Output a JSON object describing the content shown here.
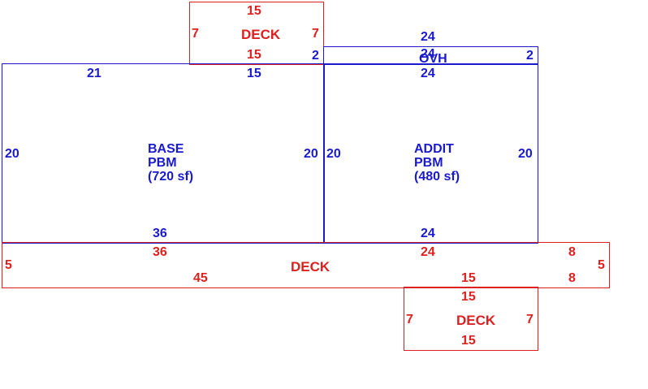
{
  "colors": {
    "structure": "#1a1acc",
    "deck": "#dd2020",
    "background": "#ffffff"
  },
  "top_deck": {
    "name": "DECK",
    "top": "15",
    "inner": "15",
    "left": "7",
    "right": "7"
  },
  "ovh": {
    "name": "OVH",
    "top": "24",
    "inner": "24",
    "right": "2",
    "left": "2"
  },
  "base": {
    "name": "BASE",
    "type": "PBM",
    "area": "(720 sf)",
    "top_left": "21",
    "top_right": "15",
    "left": "20",
    "right": "20",
    "bottom": "36"
  },
  "addit": {
    "name": "ADDIT",
    "type": "PBM",
    "area": "(480 sf)",
    "top": "24",
    "left": "20",
    "right": "20",
    "bottom": "24"
  },
  "long_deck": {
    "name": "DECK",
    "top_left": "36",
    "top_mid": "24",
    "top_right": "8",
    "left": "5",
    "right": "5",
    "bottom_left": "45",
    "bottom_mid": "15",
    "bottom_right": "8"
  },
  "bottom_deck": {
    "name": "DECK",
    "top": "15",
    "bottom": "15",
    "left": "7",
    "right": "7"
  }
}
